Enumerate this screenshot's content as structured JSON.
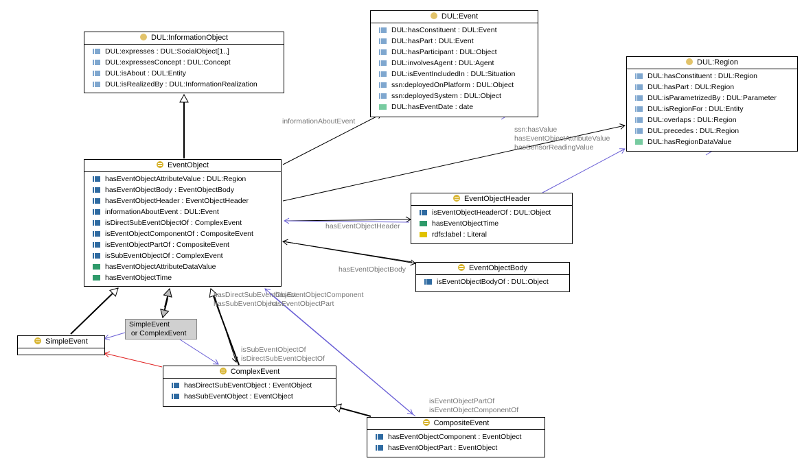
{
  "classes": {
    "information_object": {
      "name": "DUL:InformationObject",
      "icon": "dul-class-icon",
      "properties": [
        {
          "label": "DUL:expresses : DUL:SocialObject[1..]",
          "icon": "object-property-light-icon"
        },
        {
          "label": "DUL:expressesConcept : DUL:Concept",
          "icon": "object-property-light-icon"
        },
        {
          "label": "DUL:isAbout : DUL:Entity",
          "icon": "object-property-light-icon"
        },
        {
          "label": "DUL:isRealizedBy : DUL:InformationRealization",
          "icon": "object-property-light-icon"
        }
      ]
    },
    "dul_event": {
      "name": "DUL:Event",
      "icon": "dul-class-icon",
      "properties": [
        {
          "label": "DUL:hasConstituent : DUL:Event",
          "icon": "object-property-light-icon"
        },
        {
          "label": "DUL:hasPart : DUL:Event",
          "icon": "object-property-light-icon"
        },
        {
          "label": "DUL:hasParticipant : DUL:Object",
          "icon": "object-property-light-icon"
        },
        {
          "label": "DUL:involvesAgent : DUL:Agent",
          "icon": "object-property-light-icon"
        },
        {
          "label": "DUL:isEventIncludedIn : DUL:Situation",
          "icon": "object-property-light-icon"
        },
        {
          "label": "ssn:deployedOnPlatform : DUL:Object",
          "icon": "object-property-light-icon"
        },
        {
          "label": "ssn:deployedSystem : DUL:Object",
          "icon": "object-property-light-icon"
        },
        {
          "label": "DUL:hasEventDate : date",
          "icon": "data-property-light-icon"
        }
      ]
    },
    "dul_region": {
      "name": "DUL:Region",
      "icon": "dul-class-icon",
      "properties": [
        {
          "label": "DUL:hasConstituent : DUL:Region",
          "icon": "object-property-light-icon"
        },
        {
          "label": "DUL:hasPart : DUL:Region",
          "icon": "object-property-light-icon"
        },
        {
          "label": "DUL:isParametrizedBy : DUL:Parameter",
          "icon": "object-property-light-icon"
        },
        {
          "label": "DUL:isRegionFor : DUL:Entity",
          "icon": "object-property-light-icon"
        },
        {
          "label": "DUL:overlaps : DUL:Region",
          "icon": "object-property-light-icon"
        },
        {
          "label": "DUL:precedes : DUL:Region",
          "icon": "object-property-light-icon"
        },
        {
          "label": "DUL:hasRegionDataValue",
          "icon": "data-property-light-icon"
        }
      ]
    },
    "event_object": {
      "name": "EventObject",
      "icon": "local-class-icon",
      "properties": [
        {
          "label": "hasEventObjectAttributeValue : DUL:Region",
          "icon": "object-property-icon"
        },
        {
          "label": "hasEventObjectBody : EventObjectBody",
          "icon": "object-property-icon"
        },
        {
          "label": "hasEventObjectHeader : EventObjectHeader",
          "icon": "object-property-icon"
        },
        {
          "label": "informationAboutEvent : DUL:Event",
          "icon": "object-property-icon"
        },
        {
          "label": "isDirectSubEventObjectOf : ComplexEvent",
          "icon": "object-property-icon"
        },
        {
          "label": "isEventObjectComponentOf : CompositeEvent",
          "icon": "object-property-icon"
        },
        {
          "label": "isEventObjectPartOf : CompositeEvent",
          "icon": "object-property-icon"
        },
        {
          "label": "isSubEventObjectOf : ComplexEvent",
          "icon": "object-property-icon"
        },
        {
          "label": "hasEventObjectAttributeDataValue",
          "icon": "data-property-icon"
        },
        {
          "label": "hasEventObjectTime",
          "icon": "data-property-icon"
        }
      ]
    },
    "event_object_header": {
      "name": "EventObjectHeader",
      "icon": "local-class-icon",
      "properties": [
        {
          "label": "isEventObjectHeaderOf : DUL:Object",
          "icon": "object-property-icon"
        },
        {
          "label": "hasEventObjectTime",
          "icon": "data-property-icon"
        },
        {
          "label": "rdfs:label : Literal",
          "icon": "annotation-property-icon"
        }
      ]
    },
    "event_object_body": {
      "name": "EventObjectBody",
      "icon": "local-class-icon",
      "properties": [
        {
          "label": "isEventObjectBodyOf : DUL:Object",
          "icon": "object-property-icon"
        }
      ]
    },
    "simple_event": {
      "name": "SimpleEvent",
      "icon": "local-class-icon",
      "properties": []
    },
    "complex_event": {
      "name": "ComplexEvent",
      "icon": "local-class-icon",
      "properties": [
        {
          "label": "hasDirectSubEventObject : EventObject",
          "icon": "object-property-icon"
        },
        {
          "label": "hasSubEventObject : EventObject",
          "icon": "object-property-icon"
        }
      ]
    },
    "composite_event": {
      "name": "CompositeEvent",
      "icon": "local-class-icon",
      "properties": [
        {
          "label": "hasEventObjectComponent : EventObject",
          "icon": "object-property-icon"
        },
        {
          "label": "hasEventObjectPart : EventObject",
          "icon": "object-property-icon"
        }
      ]
    }
  },
  "note": {
    "text": "SimpleEvent\n or ComplexEvent"
  },
  "edge_labels": {
    "information_about_event": "informationAboutEvent",
    "ssn_has_value": "ssn:hasValue",
    "has_event_object_attribute_value": "hasEventObjectAttributeValue",
    "has_sensor_reading_value": "hasSensorReadingValue",
    "has_event_object_header": "hasEventObjectHeader",
    "has_event_object_body": "hasEventObjectBody",
    "has_direct_sub_event_object": "hasDirectSubEventObject",
    "has_event_object_component": "hasEventObjectComponent",
    "has_sub_event_object": "hasSubEventObject",
    "has_event_object_part": "hasEventObjectPart",
    "is_sub_event_object_of": "isSubEventObjectOf",
    "is_direct_sub_event_object_of": "isDirectSubEventObjectOf",
    "is_event_object_part_of": "isEventObjectPartOf",
    "is_event_object_component_of": "isEventObjectComponentOf"
  },
  "colors": {
    "dul_class_icon": "#e2c36a",
    "local_class_icon": "#d8b532",
    "object_property": "#2e6aa1",
    "object_property_light": "#7fa7cf",
    "data_property": "#2e9a6a",
    "data_property_light": "#77cba0",
    "annotation_property": "#e0c200",
    "relation_edge": "#6a5fd6",
    "disjoint_edge": "#e02020"
  }
}
